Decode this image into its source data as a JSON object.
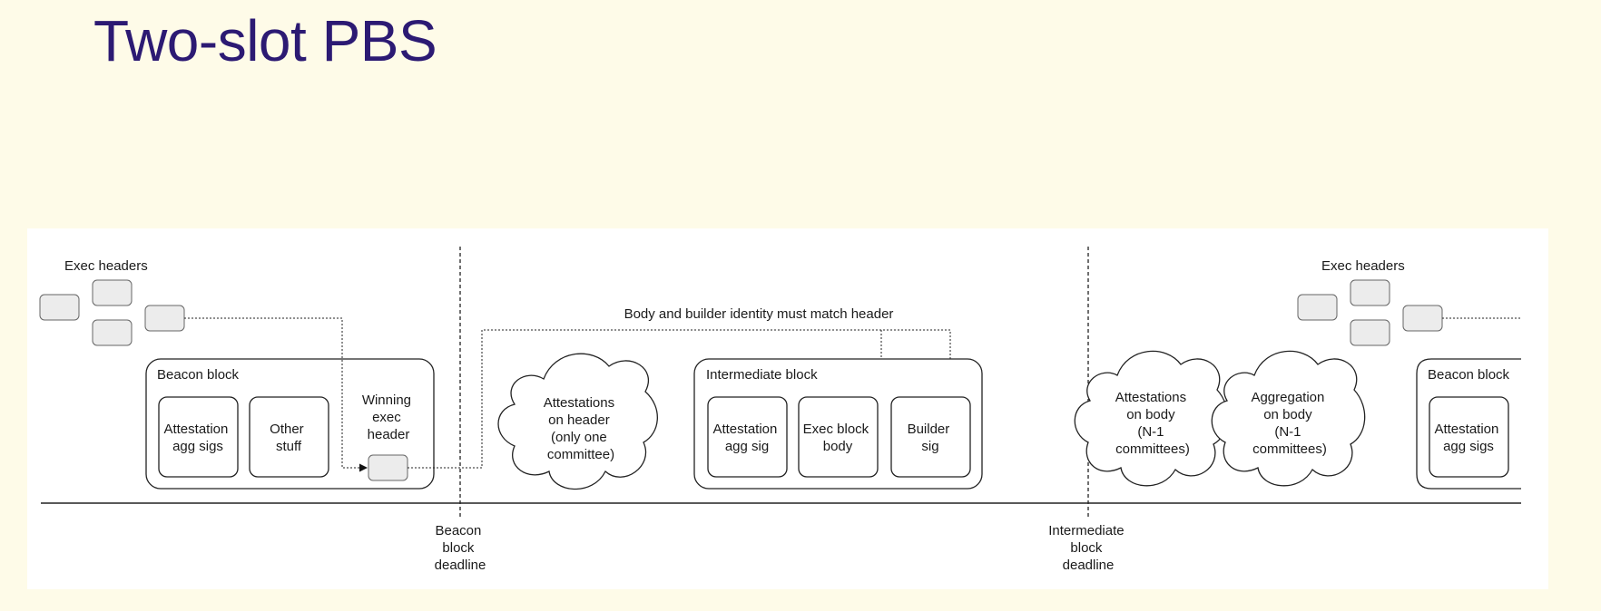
{
  "slide": {
    "title": "Two-slot PBS"
  },
  "diagram": {
    "exec_headers_left": "Exec headers",
    "exec_headers_right": "Exec headers",
    "beacon_block_left": {
      "title": "Beacon block",
      "attestation": [
        "Attestation",
        "agg sigs"
      ],
      "other": [
        "Other",
        "stuff"
      ],
      "winning": [
        "Winning",
        "exec",
        "header"
      ]
    },
    "match_note": "Body and builder identity must match header",
    "cloud_header": [
      "Attestations",
      "on header",
      "(only one",
      "committee)"
    ],
    "intermediate_block": {
      "title": "Intermediate block",
      "attestation": [
        "Attestation",
        "agg sig"
      ],
      "exec_body": [
        "Exec block",
        "body"
      ],
      "builder_sig": [
        "Builder",
        "sig"
      ]
    },
    "cloud_body": [
      "Attestations",
      "on body",
      "(N-1",
      "committees)"
    ],
    "cloud_aggregation": [
      "Aggregation",
      "on body",
      "(N-1",
      "committees)"
    ],
    "beacon_block_right": {
      "title": "Beacon block",
      "attestation": [
        "Attestation",
        "agg sigs"
      ]
    },
    "deadline_beacon": [
      "Beacon",
      "block",
      "deadline"
    ],
    "deadline_intermediate": [
      "Intermediate",
      "block",
      "deadline"
    ]
  }
}
